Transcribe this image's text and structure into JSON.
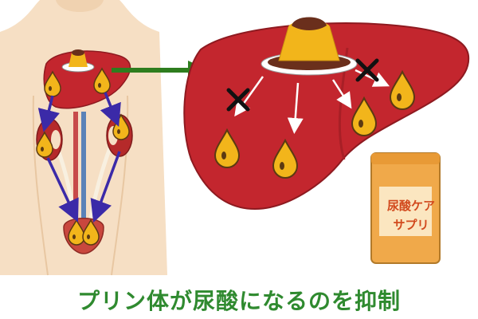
{
  "caption": "プリン体が尿酸になるのを抑制",
  "supplement_package": {
    "line1": "尿酸ケア",
    "line2": "サプリ"
  },
  "colors": {
    "caption_text": "#2f8a2f",
    "package_text": "#d24a1e",
    "liver": "#c3262e",
    "pudding": "#f2b51b",
    "caramel": "#6a2f1c",
    "body_skin": "#f6dfc4",
    "flow_arrow": "#3b2aa8",
    "zoom_arrow": "#2e7d1e",
    "blocked_mark": "#111111"
  },
  "icons": [
    "pudding-icon",
    "purine-drop-icon",
    "cross-mark-icon",
    "arrow-icon",
    "supplement-package-icon"
  ]
}
